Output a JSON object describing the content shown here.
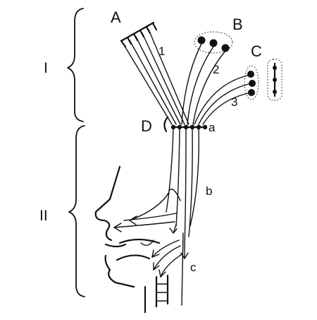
{
  "labels": {
    "A": "A",
    "B": "B",
    "C": "C",
    "D": "D",
    "n1": "1",
    "n2": "2",
    "n3": "3",
    "a": "a",
    "b": "b",
    "c": "c",
    "I": "I",
    "II": "II"
  },
  "colors": {
    "ink": "#111111",
    "background": "#ffffff"
  }
}
